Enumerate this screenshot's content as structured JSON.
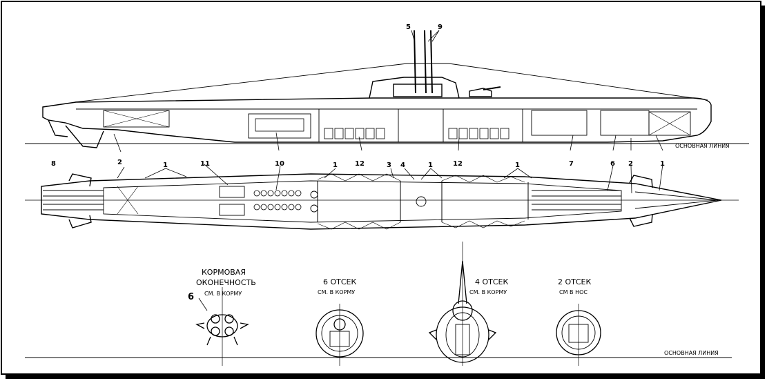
{
  "labels": {
    "baseline_top": "ОСНОВНАЯ ЛИНИЯ",
    "baseline_bottom": "ОСНОВНАЯ ЛИНИЯ",
    "stern_title_1": "КОРМОВАЯ",
    "stern_title_2": "ОКОНЕЧНОСТЬ",
    "stern_sub": "СМ. В КОРМУ",
    "sec6_title": "6 ОТСЕК",
    "sec6_sub": "СМ. В КОРМУ",
    "sec4_title": "4 ОТСЕК",
    "sec4_sub": "СМ. В КОРМУ",
    "sec2_title": "2 ОТСЕК",
    "sec2_sub": "СМ В НОС"
  },
  "callouts": {
    "n5": "5",
    "n9": "9",
    "n8": "8",
    "n2a": "2",
    "n1a": "1",
    "n11": "11",
    "n10": "10",
    "n1b": "1",
    "n12a": "12",
    "n3": "3",
    "n4": "4",
    "n1c": "1",
    "n12b": "12",
    "n1d": "1",
    "n7": "7",
    "n6a": "6",
    "n2b": "2",
    "n1e": "1",
    "n6b": "6"
  },
  "colors": {
    "ink": "#000000",
    "paper": "#ffffff",
    "shade": "#d9d9d9"
  }
}
